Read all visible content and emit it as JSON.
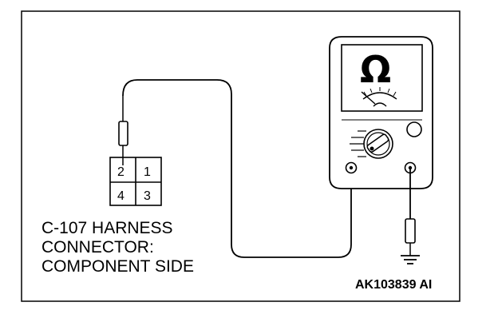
{
  "connector": {
    "pins": [
      "2",
      "1",
      "4",
      "3"
    ],
    "caption_lines": [
      "C-107 HARNESS",
      "CONNECTOR:",
      "COMPONENT SIDE"
    ]
  },
  "meter": {
    "symbol": "Ω"
  },
  "figure_id": "AK103839 AI"
}
